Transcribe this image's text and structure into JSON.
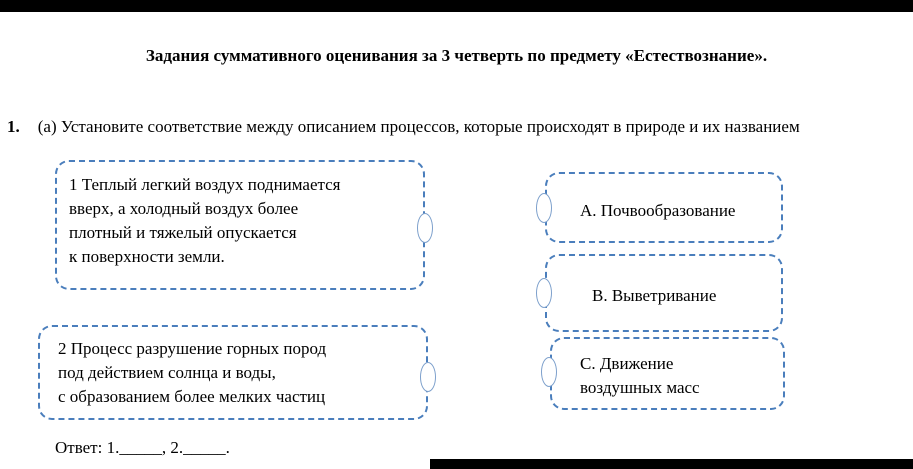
{
  "header": {
    "title": "Задания суммативного оценивания за 3 четверть по предмету «Естествознание»."
  },
  "question": {
    "number": "1.",
    "text": "(а) Установите соответствие между описанием процессов, которые происходят в природе  и их названием"
  },
  "left_items": [
    {
      "text": "1 Теплый легкий воздух  поднимается\nвверх, а холодный  воздух более\nплотный и тяжелый  опускается\nк поверхности земли."
    },
    {
      "text": "2  Процесс разрушение горных  пород\nпод действием солнца и воды,\nс образованием более мелких частиц"
    }
  ],
  "right_items": [
    {
      "label": "А. Почвообразование"
    },
    {
      "label": "В. Выветривание"
    },
    {
      "label": "С. Движение\nвоздушных масс"
    }
  ],
  "answer": {
    "line": "Ответ: 1._____, 2._____."
  },
  "colors": {
    "box_border": "#4a7ebc",
    "connector_border": "#7da0cc",
    "bar": "#000000"
  }
}
